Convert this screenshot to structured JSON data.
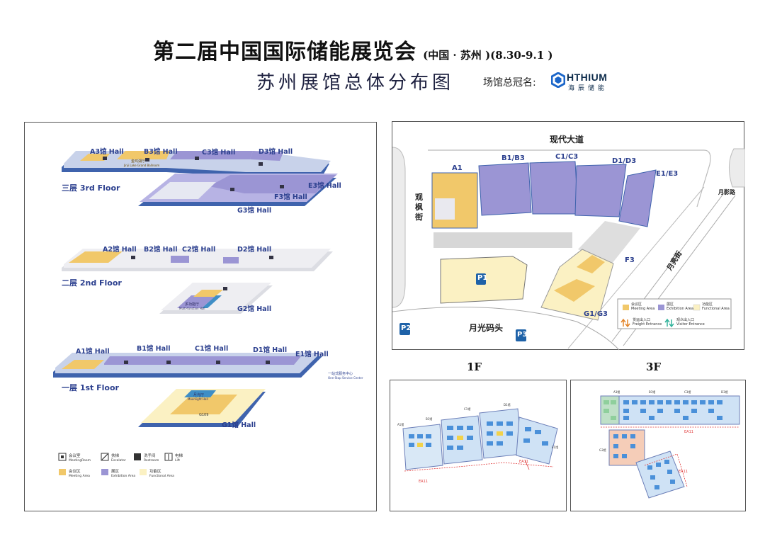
{
  "header": {
    "title": "第二届中国国际储能展览会",
    "title_suffix": "(中国 · 苏州 )(8.30-9.1 )",
    "subtitle": "苏州展馆总体分布图",
    "sponsor_label": "场馆总冠名:",
    "logo_text": "HTHIUM",
    "logo_cn": "海辰储能"
  },
  "colors": {
    "meeting": "#f1c86a",
    "exhibition": "#9b95d4",
    "functional": "#fbf1c3",
    "building_blue": "#3f63ad",
    "frame": "#555555"
  },
  "floors": {
    "third": {
      "label": "三层 3rd Floor",
      "halls": [
        "A3馆 Hall",
        "B3馆 Hall",
        "C3馆 Hall",
        "D3馆 Hall",
        "E3馆 Hall",
        "F3馆 Hall",
        "G3馆 Hall"
      ],
      "meeting_label": "金鸡湖厅",
      "meeting_label_en": "Jinji Lake Grand Ballroom"
    },
    "second": {
      "label": "二层 2nd Floor",
      "halls": [
        "A2馆 Hall",
        "B2馆 Hall",
        "C2馆 Hall",
        "D2馆 Hall",
        "G2馆 Hall"
      ],
      "meeting_label": "多功能厅",
      "meeting_label_en": "Multi-function Hall"
    },
    "first": {
      "label": "一层 1st Floor",
      "halls": [
        "A1馆 Hall",
        "B1馆 Hall",
        "C1馆 Hall",
        "D1馆 Hall",
        "E1馆 Hall",
        "G1馆 Hall"
      ],
      "service_center": "一站式服务中心",
      "service_center_en": "One-Stop Service Center",
      "g109": "G109",
      "meeting_label": "月光厅",
      "meeting_label_en": "Moonlight Hall"
    }
  },
  "legend_left": {
    "meeting_room": "会议室",
    "meeting_room_en": "MeetingRoom",
    "escalator": "扶梯",
    "escalator_en": "Escalator",
    "restroom": "洗手间",
    "restroom_en": "Restroom",
    "lift": "电梯",
    "lift_en": "Lift",
    "meeting_area": "会议区",
    "meeting_area_en": "Meeting Area",
    "exhibition_area": "展区",
    "exhibition_area_en": "Exhibition Area",
    "functional_area": "功能区",
    "functional_area_en": "Functional Area"
  },
  "site_map": {
    "road_top": "现代大道",
    "road_left": "观枫街",
    "road_right": "月亮街",
    "road_right_top": "月影路",
    "dock": "月光码头",
    "halls": [
      "A1",
      "B1/B3",
      "C1/C3",
      "D1/D3",
      "E1/E3",
      "F3",
      "G1/G3"
    ],
    "parking": [
      "P1",
      "P2",
      "P3"
    ],
    "legend": {
      "meeting": "会议区",
      "meeting_en": "Meeting Area",
      "exhibition": "展区",
      "exhibition_en": "Exhibition Area",
      "functional": "功能区",
      "functional_en": "Functional Area",
      "freight": "货运出入口",
      "freight_en": "Freight Entrance",
      "visitor": "观众出入口",
      "visitor_en": "Visitor Entrance"
    }
  },
  "mini_maps": {
    "first_caption": "1F",
    "third_caption": "3F",
    "first_labels": [
      "B1馆",
      "C1馆",
      "D1馆",
      "E1馆",
      "A1馆",
      "EA11",
      "EA11"
    ],
    "third_labels": [
      "A3馆",
      "B3馆",
      "C3馆",
      "D3馆",
      "G3馆",
      "EA11",
      "EA11"
    ]
  }
}
